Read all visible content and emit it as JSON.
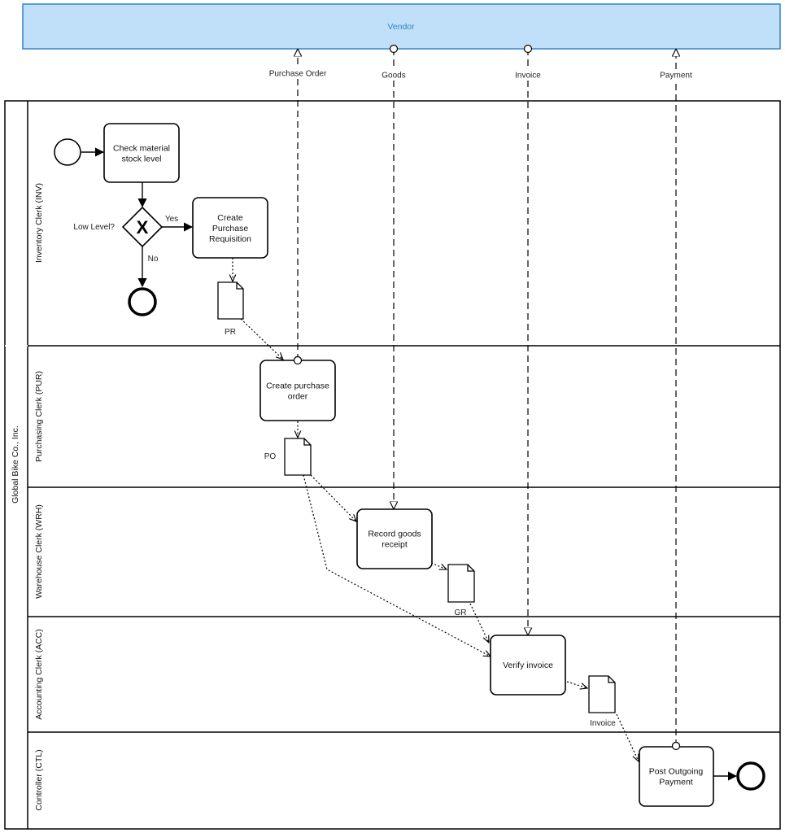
{
  "pools": {
    "vendor": {
      "label": "Vendor",
      "fill": "#bfe0f8",
      "border": "#2f86c9",
      "text_color": "#2f86c9"
    },
    "company": {
      "label": "Global Bike Co., Inc."
    }
  },
  "lanes": [
    {
      "id": "inv",
      "label": "Inventory Clerk (INV)"
    },
    {
      "id": "pur",
      "label": "Purchasing Clerk (PUR)"
    },
    {
      "id": "wrh",
      "label": "Warehouse Clerk (WRH)"
    },
    {
      "id": "acc",
      "label": "Accounting Clerk (ACC)"
    },
    {
      "id": "ctl",
      "label": "Controller (CTL)"
    }
  ],
  "tasks": {
    "check_stock": [
      "Check material",
      "stock level"
    ],
    "create_pr": [
      "Create",
      "Purchase",
      "Requisition"
    ],
    "create_po": [
      "Create purchase",
      "order"
    ],
    "record_gr": [
      "Record goods",
      "receipt"
    ],
    "verify_invoice": [
      "Verify invoice"
    ],
    "post_payment": [
      "Post Outgoing",
      "Payment"
    ]
  },
  "gateway": {
    "question": "Low Level?",
    "yes": "Yes",
    "no": "No",
    "symbol": "X"
  },
  "documents": {
    "pr": "PR",
    "po": "PO",
    "gr": "GR",
    "invoice": "Invoice"
  },
  "messages": {
    "purchase_order": "Purchase Order",
    "goods": "Goods",
    "invoice": "Invoice",
    "payment": "Payment"
  }
}
